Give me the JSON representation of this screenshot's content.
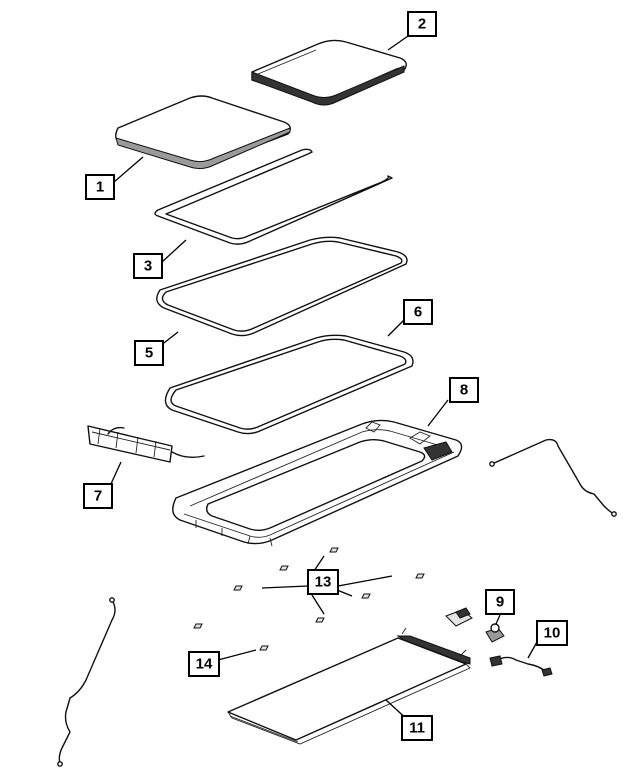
{
  "callouts": {
    "c1": "1",
    "c2": "2",
    "c3": "3",
    "c5": "5",
    "c6": "6",
    "c7": "7",
    "c8": "8",
    "c9": "9",
    "c10": "10",
    "c11": "11",
    "c13": "13",
    "c14": "14"
  }
}
